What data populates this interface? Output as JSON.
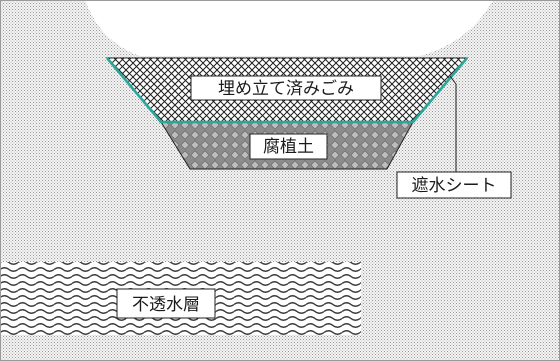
{
  "labels": {
    "landfill": "埋め立て済みごみ",
    "humus": "腐植土",
    "liner": "遮水シート",
    "aquiclude": "不透水層"
  },
  "colors": {
    "ground": "#e3e3e3",
    "liner": "#2aa69b",
    "outline": "#222222",
    "label_bg": "#ffffff"
  }
}
